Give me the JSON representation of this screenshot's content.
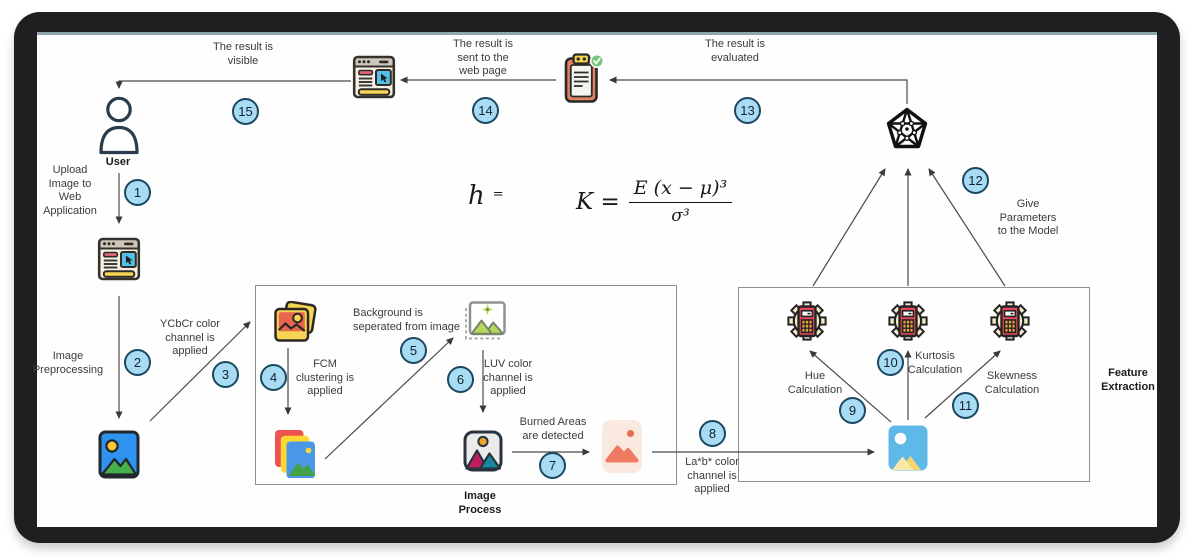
{
  "steps": [
    "1",
    "2",
    "3",
    "4",
    "5",
    "6",
    "7",
    "8",
    "9",
    "10",
    "11",
    "12",
    "13",
    "14",
    "15"
  ],
  "annotations": {
    "result_visible": "The result is\nvisible",
    "upload_image": "Upload\nImage to\nWeb\nApplication",
    "image_preprocessing": "Image\nPreprocessing",
    "ycbcr": "YCbCr color\nchannel is\napplied",
    "fcm": "FCM\nclustering is\napplied",
    "background_separated": "Background is\nseperated from image",
    "luv": "LUV color\nchannel is\napplied",
    "burned_areas": "Burned Areas\nare detected",
    "lab": "La*b* color\nchannel is\napplied",
    "hue": "Hue\nCalculation",
    "kurtosis": "Kurtosis\nCalculation",
    "skewness": "Skewness\nCalculation",
    "give_parameters": "Give\nParameters\nto the Model",
    "result_evaluated": "The result is\nevaluated",
    "result_sent": "The result is\nsent to the\nweb page"
  },
  "labels": {
    "user": "User",
    "image_process": "Image\nProcess",
    "feature_extraction": "Feature\nExtraction"
  },
  "formulas": {
    "h_symbol": "h",
    "h_equals": "=",
    "k_lhs": "K =",
    "k_numerator": "E (x − μ)³",
    "k_denominator": "σ³"
  },
  "icons": {
    "user": "user-icon",
    "webpage": "browser-window-icon",
    "blue_image": "photo-icon",
    "stacked_photos": "stacked-photos-icon",
    "layered_images": "layered-images-icon",
    "masked_image": "background-removed-image-icon",
    "dark_image": "segmented-photo-icon",
    "burned_image": "burned-area-photo-icon",
    "calculator_gear": "calculation-gear-icon",
    "model": "neural-network-pentagon-icon",
    "report": "clipboard-check-icon",
    "feature_image": "sky-photo-icon"
  },
  "colors": {
    "badge_fill": "#A7DCF4",
    "badge_border": "#1B4860",
    "frame": "#1D1F20",
    "arrow": "#474747",
    "box_border": "#8F8F8F",
    "text": "#3B3B3B"
  }
}
